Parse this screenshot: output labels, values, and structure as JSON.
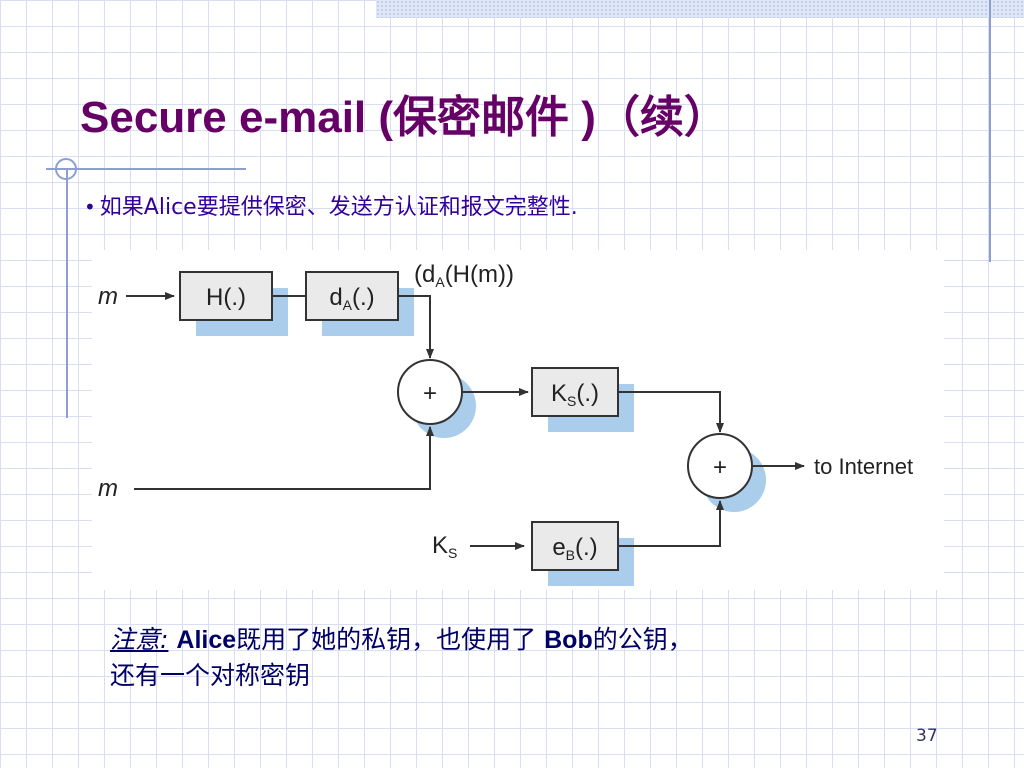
{
  "slide": {
    "title": "Secure e-mail (保密邮件 )（续）",
    "bullet_marker": "•",
    "bullet": "如果Alice要提供保密、发送方认证和报文完整性.",
    "note": {
      "label": "注意:",
      "part1": "Alice",
      "part2": "既用了她的私钥，也使用了",
      "part3": "Bob",
      "part4": "的公钥，",
      "line2": "还有一个对称密钥"
    },
    "page_number": "37"
  },
  "diagram": {
    "input_m_top": "m",
    "hash_box": "H(.)",
    "sign_box_main": "d",
    "sign_box_sub": "A",
    "sign_box_tail": "(.)",
    "signature_label_open": "(d",
    "signature_label_sub": "A",
    "signature_label_tail": "(H(m))",
    "plus_symbol": "+",
    "encrypt_box_main": "K",
    "encrypt_box_sub": "S",
    "encrypt_box_tail": "(.)",
    "input_m_bottom": "m",
    "key_input_main": "K",
    "key_input_sub": "S",
    "pubkey_box_main": "e",
    "pubkey_box_sub": "B",
    "pubkey_box_tail": "(.)",
    "output_label": "to Internet"
  },
  "colors": {
    "title": "#660066",
    "bullet_text": "#330099",
    "note_text": "#000066",
    "box_fill": "#eaeaea",
    "box_shadow": "#a9cdea",
    "grid_line": "#d9dff0",
    "accent_line": "#8d9fd0"
  }
}
